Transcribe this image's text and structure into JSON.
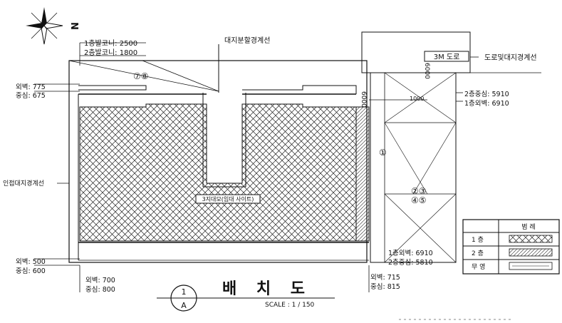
{
  "compass": {
    "north_letter": "N"
  },
  "labels": {
    "balcony_1f": "1층발코니: 2500",
    "balcony_2f": "2층발코니: 1800",
    "site_division_line": "대지분할경계선",
    "adjacent_site_line": "인접대지경계선",
    "road_site_line": "도로및대지경계선",
    "road_width": "3M 도로",
    "dim_6000": "6000",
    "dim_1000": "1000",
    "circle_78": "⑦⑧",
    "circle_1": "①",
    "circle_23": "②③",
    "circle_45": "④⑤",
    "center_note": "3지대모(임대 사이트)"
  },
  "dims_left_top": {
    "outer": "외벽: 775",
    "center": "중심: 675"
  },
  "dims_left_bottom": {
    "outer": "외벽: 500",
    "center": "중심: 600"
  },
  "dims_bottom_left": {
    "outer": "외벽: 700",
    "center": "중심: 800"
  },
  "dims_bottom_right": {
    "outer": "외벽: 715",
    "center": "중심: 815"
  },
  "dims_right_top": {
    "center": "2층중심: 5910",
    "outer": "1층외벽: 6910"
  },
  "dims_right_bottom": {
    "outer": "1층외벽: 6910",
    "center": "2층중심: 5810"
  },
  "title": {
    "text": "배 치 도",
    "circle_top": "1",
    "circle_bottom": "A",
    "scale": "SCALE : 1 / 150"
  },
  "legend": {
    "header": "범 례",
    "rows": [
      {
        "label": "1 층",
        "pattern": "crosshatch"
      },
      {
        "label": "2 층",
        "pattern": "diagonal"
      },
      {
        "label": "무 영",
        "pattern": "outline"
      }
    ]
  }
}
